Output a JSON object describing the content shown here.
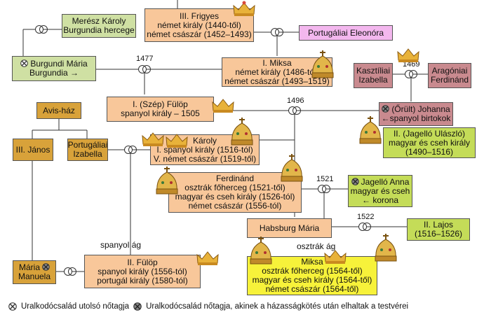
{
  "nodes": {
    "frigyes": [
      "III. Frigyes",
      "német király  (1440-től)",
      "német császár (1452–1493)"
    ],
    "meresz": [
      "Merész Károly",
      "Burgundia hercege"
    ],
    "eleonora": [
      "Portugáliai Eleonóra"
    ],
    "maria_burgundi": [
      "Burgundi Mária",
      "Burgundia"
    ],
    "miksa1": [
      "I. Miksa",
      "német király (1486-tól)",
      "német császár (1493–1519)"
    ],
    "izabella_k": [
      "Kasztíliai",
      "Izabella"
    ],
    "ferdinand_a": [
      "Aragóniai",
      "Ferdinánd"
    ],
    "fulop1": [
      "I. (Szép) Fülöp",
      "spanyol király  – 1505"
    ],
    "johanna": [
      "(Őrült) Johanna",
      "spanyol birtokok"
    ],
    "avis": [
      "Avis-ház"
    ],
    "janos": [
      "III. János"
    ],
    "izabella_p": [
      "Portugáliai",
      "Izabella"
    ],
    "karoly": [
      "Károly",
      "I. spanyol király  (1516-tól)",
      "V. német császár (1519-től)"
    ],
    "ulaszlo": [
      "II. (Jagelló Ulászló)",
      "magyar és cseh király",
      "(1490–1516)"
    ],
    "ferdinand1": [
      "Ferdinánd",
      "osztrák főherceg (1521-től)",
      "magyar és cseh király (1526-tól)",
      "német császár (1556-tól)"
    ],
    "anna": [
      "Jagelló Anna",
      "magyar és cseh",
      "korona"
    ],
    "habsburg_maria": [
      "Habsburg Mária"
    ],
    "lajos": [
      "II. Lajos",
      "(1516–1526)"
    ],
    "maria_manuela": [
      "Mária",
      "Manuela"
    ],
    "fulop2": [
      "II. Fülöp",
      "spanyol király (1556-tól)",
      "portugál király (1580-tól)"
    ],
    "miksa2": [
      "Miksa",
      "osztrák főherceg (1564-től)",
      "magyar és cseh király  (1564-től)",
      "német császár (1564-től)"
    ]
  },
  "years": {
    "y1477": "1477",
    "y1469": "1469",
    "y1496": "1496",
    "y1521": "1521",
    "y1522": "1522"
  },
  "branch_labels": {
    "spanish": "spanyol ág",
    "austrian": "osztrák ág"
  },
  "legend": {
    "last_female": "Uralkodócsalád utolsó nőtagja",
    "heir_female": "Uralkodócsalád nőtagja, akinek a házasságkötés után elhaltak a testvérei"
  },
  "colors": {
    "pink_orange": "#f8c79a",
    "light_green": "#cfe0a3",
    "violet": "#f3b7ee",
    "maroon": "#c98a8f",
    "brown_gold": "#d8a23a",
    "lime": "#c4dc58",
    "yellow": "#f7f23a",
    "peach": "#f6c89f"
  }
}
